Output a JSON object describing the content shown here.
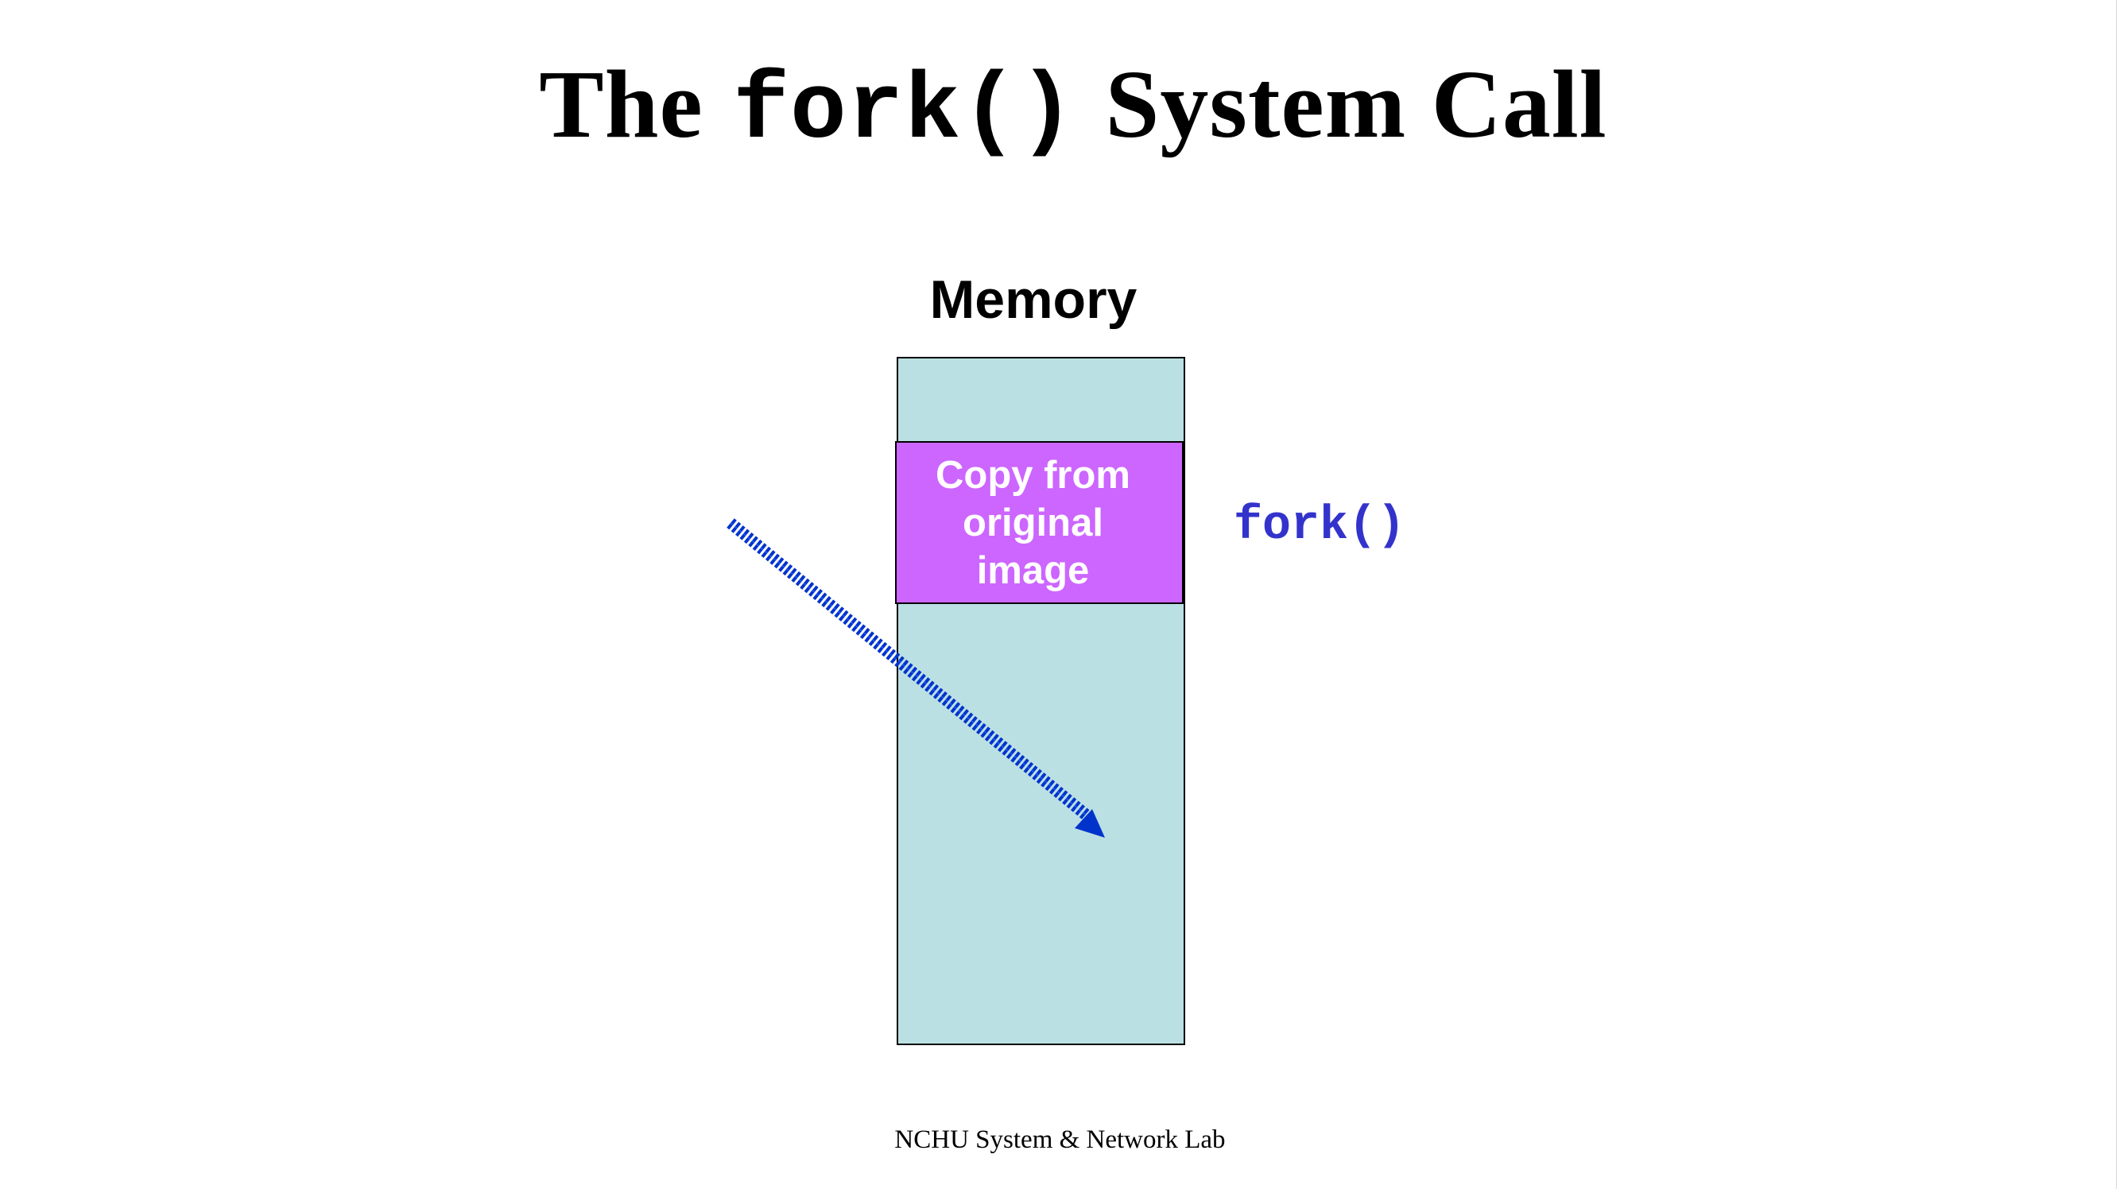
{
  "slide": {
    "title_prefix": "The",
    "title_code": "fork()",
    "title_suffix": "System Call",
    "footer": "NCHU System & Network Lab"
  },
  "diagram": {
    "memory_label": "Memory",
    "copy_box_lines": [
      "Copy from",
      "original",
      "image"
    ],
    "fork_label": "fork()"
  },
  "colors": {
    "memory_fill": "#bbe0e3",
    "copy_fill": "#cc66ff",
    "arrow": "#0033cc",
    "fork_text": "#3333cc"
  }
}
